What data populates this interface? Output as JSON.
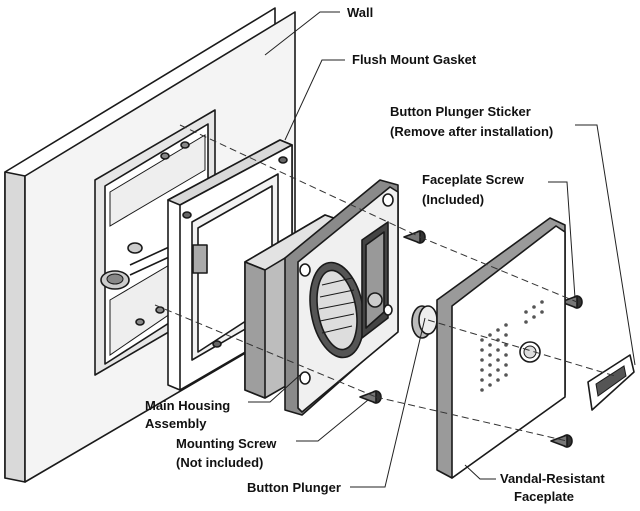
{
  "labels": {
    "wall": "Wall",
    "flush_mount_gasket": "Flush Mount Gasket",
    "button_plunger_sticker_line1": "Button Plunger Sticker",
    "button_plunger_sticker_line2": "(Remove after installation)",
    "faceplate_screw_line1": "Faceplate Screw",
    "faceplate_screw_line2": "(Included)",
    "main_housing_line1": "Main Housing",
    "main_housing_line2": "Assembly",
    "mounting_screw_line1": "Mounting Screw",
    "mounting_screw_line2": "(Not included)",
    "button_plunger": "Button Plunger",
    "vandal_faceplate_line1": "Vandal-Resistant",
    "vandal_faceplate_line2": "Faceplate"
  }
}
